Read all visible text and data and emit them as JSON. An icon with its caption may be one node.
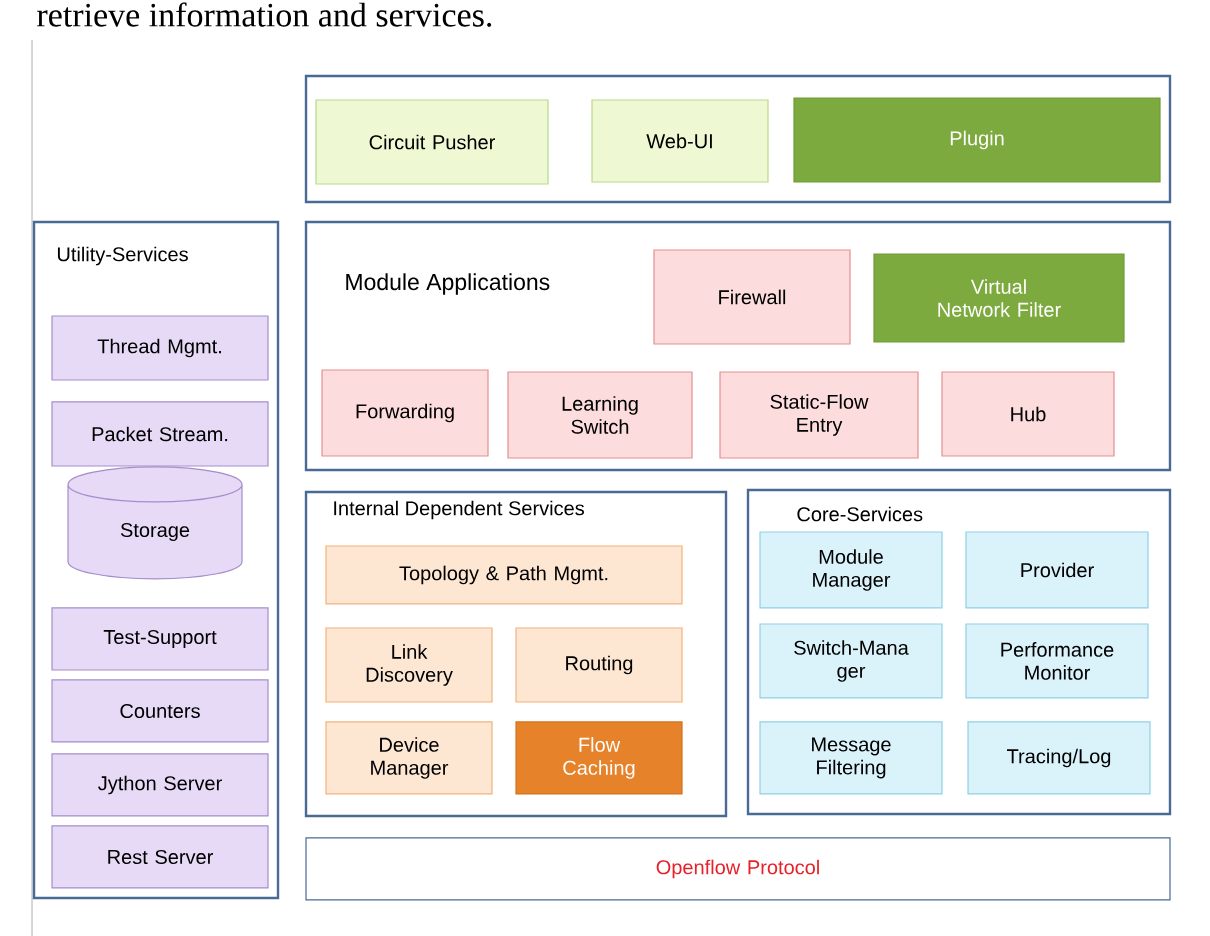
{
  "diagram": {
    "nodes": [
      {
        "text": [],
        "shape": "box"
      },
      {
        "text": [
          "Circuit Pusher"
        ],
        "in": 0
      },
      {
        "text": [
          "Web-UI"
        ],
        "in": 0
      },
      {
        "text": [
          "Plugin"
        ],
        "in": 0
      },
      {
        "text": [
          "Module Applications"
        ]
      },
      {
        "text": [
          "Firewall"
        ],
        "in": 4
      },
      {
        "text": [
          "Virtual Network Filter"
        ],
        "in": 4
      },
      {
        "text": [
          "Forwarding"
        ],
        "in": 4
      },
      {
        "text": [
          "Learning Switch"
        ],
        "in": 4
      },
      {
        "text": [
          "Static-Flow Entry"
        ],
        "in": 4
      },
      {
        "text": [
          "Hub"
        ],
        "in": 4
      },
      {
        "text": [
          "Utility-Services"
        ]
      },
      {
        "text": [
          "Thread Mgmt."
        ],
        "in": 11
      },
      {
        "text": [
          "Packet Stream."
        ],
        "in": 11
      },
      {
        "text": [
          "Storage"
        ],
        "in": 11
      },
      {
        "text": [
          "Test-Support"
        ],
        "in": 11
      },
      {
        "text": [
          "Counters"
        ],
        "in": 11
      },
      {
        "text": [
          "Jython Server"
        ],
        "in": 11
      },
      {
        "text": [
          "Rest Server"
        ],
        "in": 11
      },
      {
        "text": [
          "Internal Dependent Services"
        ]
      },
      {
        "text": [
          "Topology & Path Mgmt."
        ],
        "in": 19
      },
      {
        "text": [
          "Link Discovery"
        ],
        "in": 19
      },
      {
        "text": [
          "Routing"
        ],
        "in": 19
      },
      {
        "text": [
          "Device Manager"
        ],
        "in": 19
      },
      {
        "text": [
          "Flow Caching"
        ],
        "in": 19
      },
      {
        "text": [
          "Core-Services"
        ]
      },
      {
        "text": [
          "Module Manager"
        ],
        "in": 25
      },
      {
        "text": [
          "Provider"
        ],
        "in": 25
      },
      {
        "text": [
          "Switch-Mana ger"
        ],
        "in": 25
      },
      {
        "text": [
          "Performance Monitor"
        ],
        "in": 25
      },
      {
        "text": [
          "Message Filtering"
        ],
        "in": 25
      },
      {
        "text": [
          "Tracing/Log"
        ],
        "in": 25
      },
      {
        "text": [
          "Openflow Protocol"
        ]
      }
    ],
    "labels": [
      "retrieve information and services."
    ]
  }
}
